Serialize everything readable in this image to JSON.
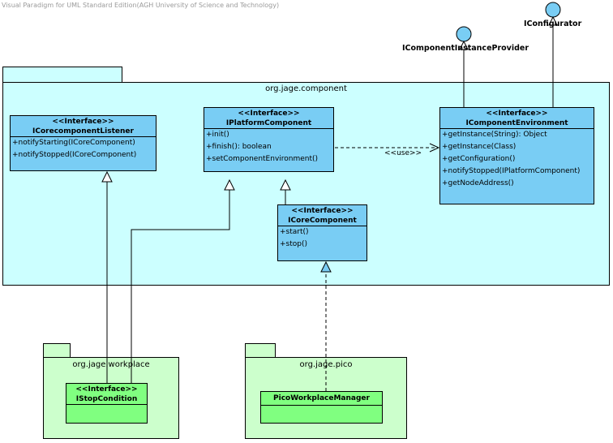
{
  "watermark": "Visual Paradigm for UML Standard Edition(AGH University of Science and Technology)",
  "colors": {
    "package_component": "#ccffff",
    "package_external": "#ccffcc",
    "class_blue": "#79cdf4",
    "class_green": "#80ff80",
    "lollipop": "#79cdf4"
  },
  "packages": {
    "component": {
      "name": "org.jage.component"
    },
    "workplace": {
      "name": "org.jage.workplace"
    },
    "pico": {
      "name": "org.jage.pico"
    }
  },
  "stereotype": "<<Interface>>",
  "classes": {
    "listener": {
      "name": "ICorecomponentListener",
      "operations": [
        "+notifyStarting(ICoreComponent)",
        "+notifyStopped(ICoreComponent)"
      ]
    },
    "platform": {
      "name": "IPlatformComponent",
      "operations": [
        "+init()",
        "+finish(): boolean",
        "+setComponentEnvironment()"
      ]
    },
    "environment": {
      "name": "IComponentEnvironment",
      "operations": [
        "+getInstance(String): Object",
        "+getInstance(Class)",
        "+getConfiguration()",
        "+notifyStopped(IPlatformComponent)",
        "+getNodeAddress()"
      ]
    },
    "core": {
      "name": "ICoreComponent",
      "operations": [
        "+start()",
        "+stop()"
      ]
    },
    "stop_condition": {
      "name": "IStopCondition"
    },
    "pico_manager": {
      "name": "PicoWorkplaceManager"
    }
  },
  "provided_interfaces": {
    "instance_provider": "IComponentInstanceProvider",
    "configurator": "IConfigurator"
  },
  "dependency": {
    "label": "<<use>>"
  }
}
